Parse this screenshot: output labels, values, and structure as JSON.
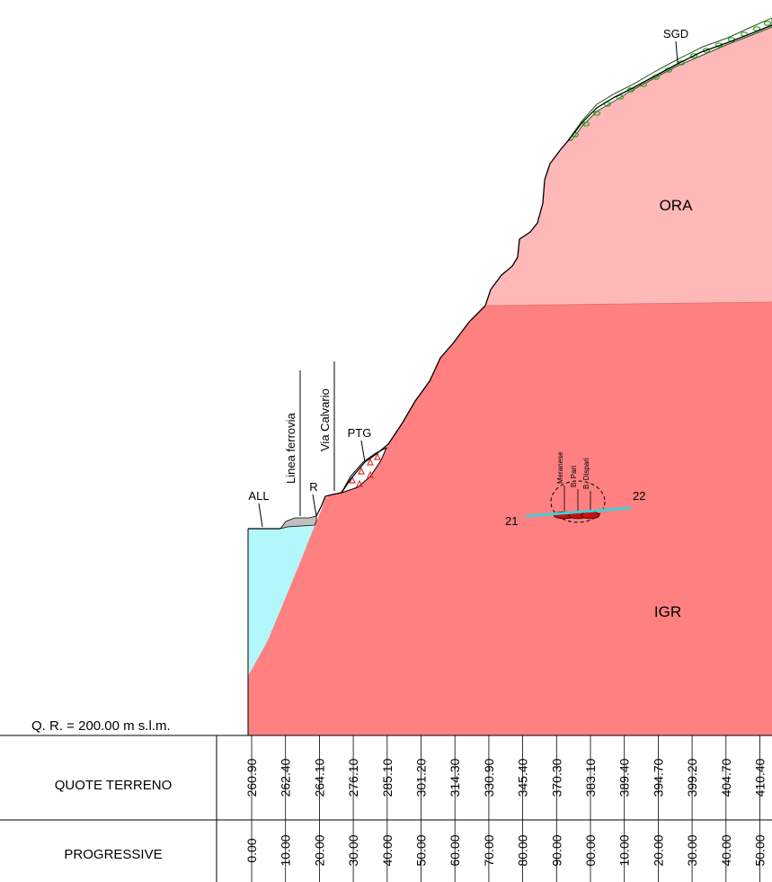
{
  "reference_level": "Q. R. = 200.00 m s.l.m.",
  "units": {
    "ALL": {
      "label": "ALL",
      "color": "#b3f7fa"
    },
    "IGR": {
      "label": "IGR",
      "color": "#ff8080"
    },
    "ORA": {
      "label": "ORA",
      "color": "#ffb8b8"
    },
    "SGD": {
      "label": "SGD",
      "color": "#3aa12e"
    },
    "PTG": {
      "label": "PTG",
      "color": "#e03030"
    },
    "R": {
      "label": "R",
      "color": "#c0c0c0"
    }
  },
  "annotations": {
    "linea_ferrovia": "Linea ferrovia",
    "via_calvario": "Via Calvario",
    "tunnel_meranese": "Meranese",
    "tunnel_pari": "B. Pari",
    "tunnel_dispari": "B. Dispari",
    "point_start": "21",
    "point_end": "22",
    "line_color": "#40d0d8"
  },
  "table": {
    "row_quote_label": "QUOTE TERRENO",
    "row_prog_label": "PROGRESSIVE",
    "quote_values": [
      "260.90",
      "262.40",
      "264.10",
      "276.10",
      "285.10",
      "301.20",
      "314.30",
      "330.90",
      "345.40",
      "370.30",
      "383.10",
      "389.40",
      "394.70",
      "399.20",
      "404.70",
      "410.40"
    ],
    "progressive_values": [
      "0.00",
      "10.00",
      "20.00",
      "30.00",
      "40.00",
      "50.00",
      "60.00",
      "70.00",
      "80.00",
      "90.00",
      "00.00",
      "10.00",
      "20.00",
      "30.00",
      "40.00",
      "50.00"
    ]
  }
}
